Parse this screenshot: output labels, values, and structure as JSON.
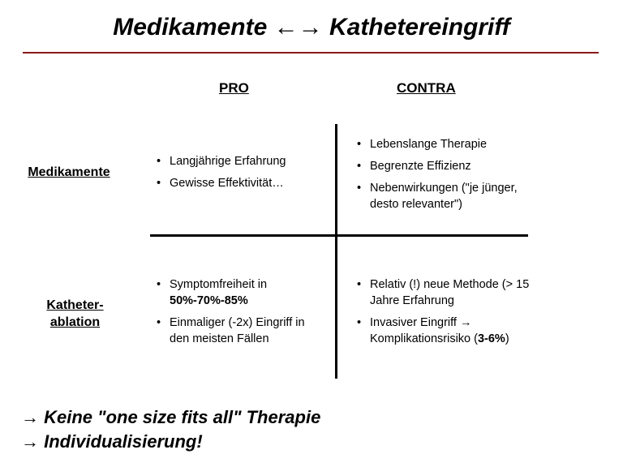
{
  "title": "Medikamente ⇄ Kathetereingriff",
  "title_left": "Medikamente",
  "title_arrows": "←→",
  "title_right": "Kathetereingriff",
  "colors": {
    "title_rule": "#8b1a1a",
    "text": "#000000",
    "background": "#ffffff"
  },
  "columns": {
    "pro": "PRO",
    "contra": "CONTRA"
  },
  "rows": {
    "medikamente": "Medikamente",
    "katheter_line1": "Katheter-",
    "katheter_line2": "ablation"
  },
  "bullet": "•",
  "cells": {
    "med_pro": [
      "Langjährige Erfahrung",
      "Gewisse Effektivität…"
    ],
    "med_contra": [
      "Lebenslange Therapie",
      "Begrenzte Effizienz",
      "Nebenwirkungen (\"je jünger, desto relevanter\")"
    ],
    "kath_pro": {
      "item1_text": "Symptomfreiheit in",
      "item1_bold": "50%-70%-85%",
      "item2_text": "Einmaliger (-2x) Eingriff in den meisten Fällen"
    },
    "kath_contra": {
      "item1_text": "Relativ (!) neue Methode (> 15 Jahre Erfahrung",
      "item2_line1": "Invasiver Eingriff →",
      "item2_line2": "Komplikationsrisiko (",
      "item2_bold": "3-6%",
      "item2_close": ")"
    }
  },
  "conclusion": {
    "arrow": "→",
    "line1": "Keine \"one size fits all\" Therapie",
    "line2": "Individualisierung!"
  }
}
